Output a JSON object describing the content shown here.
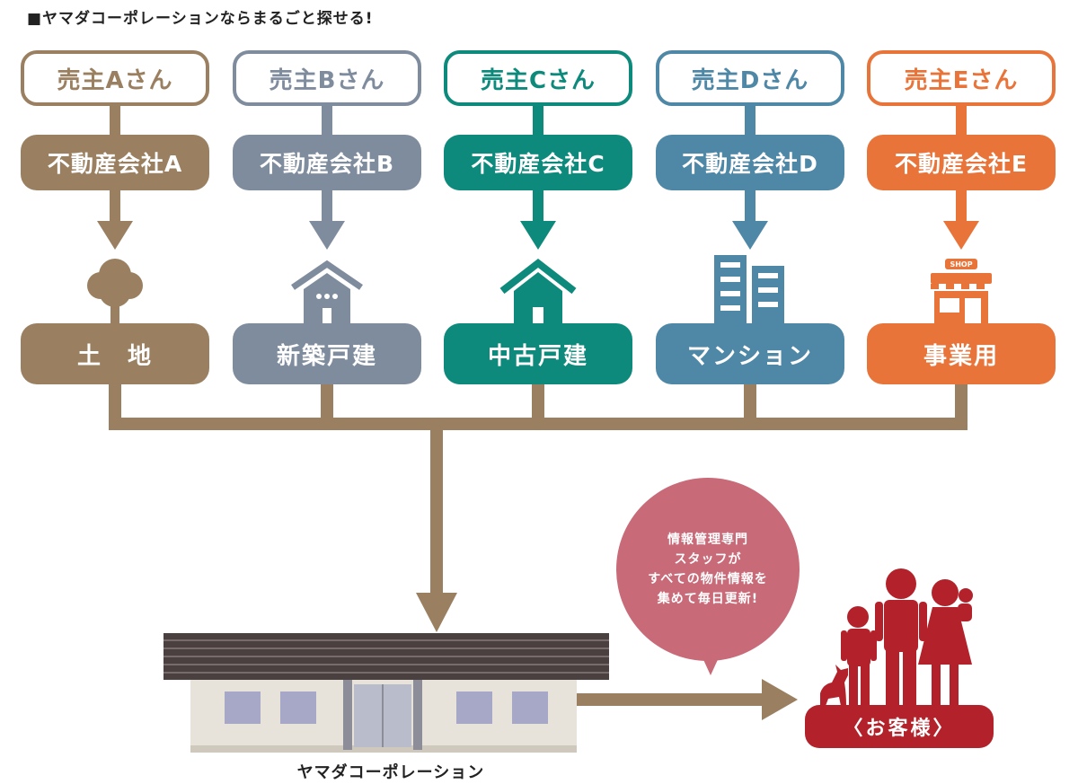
{
  "title": "■ヤマダコーポレーションならまるごと探せる!",
  "colors": {
    "brown": "#9a8060",
    "gray": "#7f8c9e",
    "teal": "#0e8a7c",
    "blue": "#4f87a6",
    "orange": "#e8743a",
    "line": "#9a8060",
    "bubble": "#c86a78",
    "customer": "#b3222b"
  },
  "columns": [
    {
      "seller": "売主Aさん",
      "company": "不動産会社A",
      "property": "土　地",
      "icon": "tree-icon",
      "color": "#9a8060"
    },
    {
      "seller": "売主Bさん",
      "company": "不動産会社B",
      "property": "新築戸建",
      "icon": "house-new-icon",
      "color": "#7f8c9e"
    },
    {
      "seller": "売主Cさん",
      "company": "不動産会社C",
      "property": "中古戸建",
      "icon": "house-used-icon",
      "color": "#0e8a7c"
    },
    {
      "seller": "売主Dさん",
      "company": "不動産会社D",
      "property": "マンション",
      "icon": "building-icon",
      "color": "#4f87a6"
    },
    {
      "seller": "売主Eさん",
      "company": "不動産会社E",
      "property": "事業用",
      "icon": "shop-icon",
      "color": "#e8743a"
    }
  ],
  "shop_sign": "SHOP",
  "bubble": {
    "lines": [
      "情報管理専門",
      "スタッフが",
      "すべての物件情報を",
      "集めて毎日更新!"
    ]
  },
  "company_label": "ヤマダコーポレーション",
  "customer_label": "〈お客様〉"
}
